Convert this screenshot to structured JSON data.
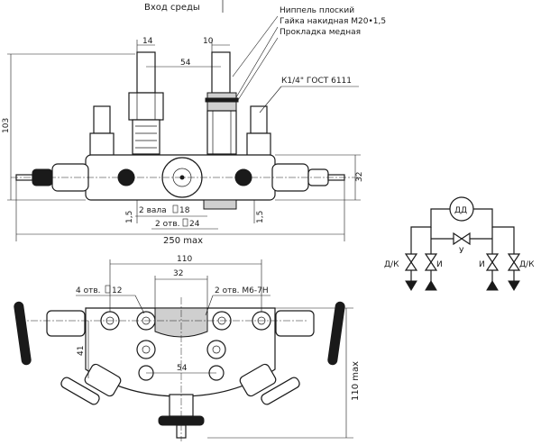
{
  "labels": {
    "media_inlet": "Вход среды",
    "flat_nipple": "Ниппель плоский",
    "union_nut": "Гайка накидная М20•1,5",
    "copper_gasket": "Прокладка медная",
    "thread_gost": "К1/4\" ГОСТ 6111",
    "dim_14": "14",
    "dim_10": "10",
    "dim_54_top": "54",
    "dim_103": "103",
    "dim_32_side": "32",
    "dim_1_5_left": "1,5",
    "dim_1_5_right": "1,5",
    "two_shafts": "2 вала",
    "dim_18": "18",
    "two_holes": "2 отв.",
    "dim_24": "24",
    "dim_250": "250 max",
    "dim_110": "110",
    "dim_32_bottom": "32",
    "four_holes": "4 отв.",
    "dim_12": "12",
    "two_holes_m6": "2 отв. М6-7Н",
    "dim_41": "41",
    "dim_54_bottom": "54",
    "dim_110max": "110 max"
  },
  "schematic": {
    "dd": "ДД",
    "y": "У",
    "dk_left": "Д/К",
    "i_left": "И",
    "i_right": "И",
    "dk_right": "Д/К"
  }
}
